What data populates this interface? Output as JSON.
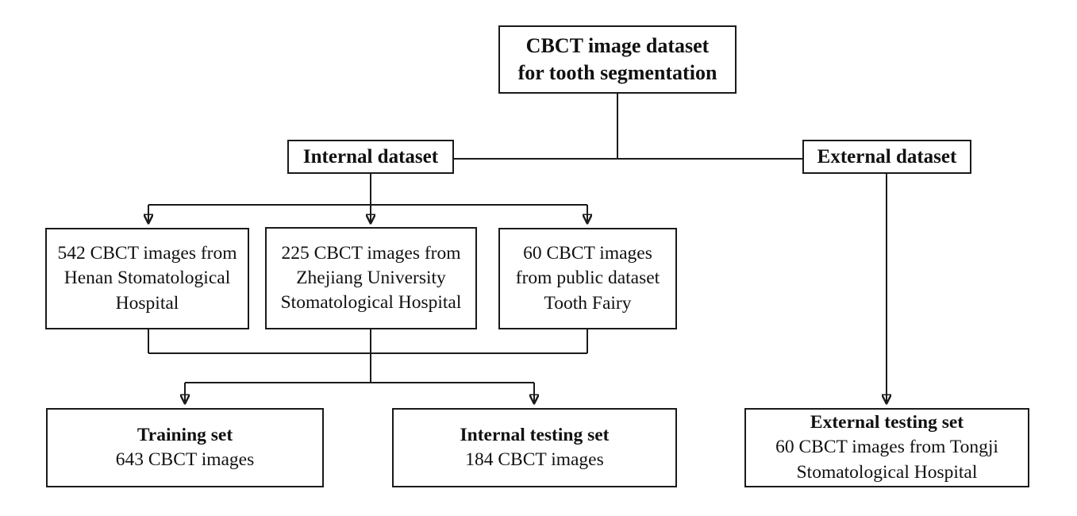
{
  "figure": {
    "background_color": "#ffffff",
    "line_color": "#1a1a1a",
    "text_color": "#111111"
  },
  "nodes": {
    "root": {
      "text": "CBCT image dataset\nfor tooth segmentation"
    },
    "internal": {
      "text": "Internal dataset"
    },
    "external": {
      "text": "External dataset"
    },
    "henan": {
      "text": "542 CBCT images from\nHenan Stomatological\nHospital"
    },
    "zhejiang": {
      "text": "225 CBCT images from\nZhejiang University\nStomatological Hospital"
    },
    "toothfairy": {
      "text": "60 CBCT images\nfrom public dataset\nTooth Fairy"
    },
    "training": {
      "title": "Training set",
      "subtitle": "643 CBCT images"
    },
    "internal_testing": {
      "title": "Internal testing set",
      "subtitle": "184 CBCT images"
    },
    "external_testing": {
      "title": "External testing set",
      "subtitle": "60 CBCT images from Tongji\nStomatological Hospital"
    }
  }
}
